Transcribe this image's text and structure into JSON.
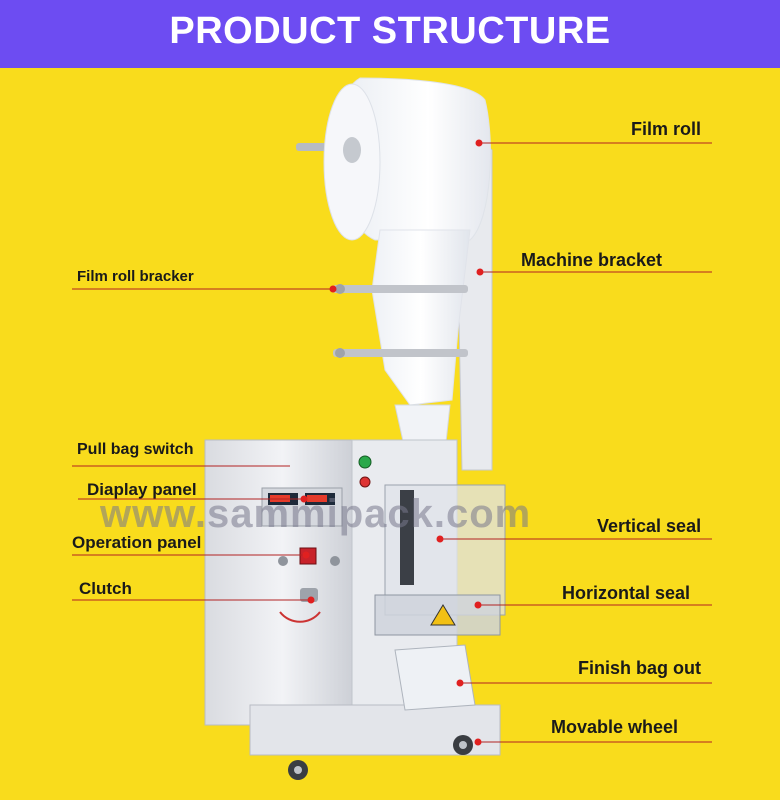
{
  "header": {
    "title": "PRODUCT STRUCTURE"
  },
  "watermark": "www.sammipack.com",
  "labels": {
    "film_roll": "Film roll",
    "machine_bracket": "Machine bracket",
    "film_roll_bracker": "Film roll bracker",
    "pull_bag_switch": "Pull bag switch",
    "display_panel": "Diaplay panel",
    "operation_panel": "Operation panel",
    "clutch": "Clutch",
    "vertical_seal": "Vertical seal",
    "horizontal_seal": "Horizontal seal",
    "finish_bag_out": "Finish bag out",
    "movable_wheel": "Movable wheel"
  },
  "colors": {
    "background": "#f9dc1c",
    "header": "#6d4cf2",
    "leader_line": "#b22222",
    "marker": "#e02020"
  }
}
